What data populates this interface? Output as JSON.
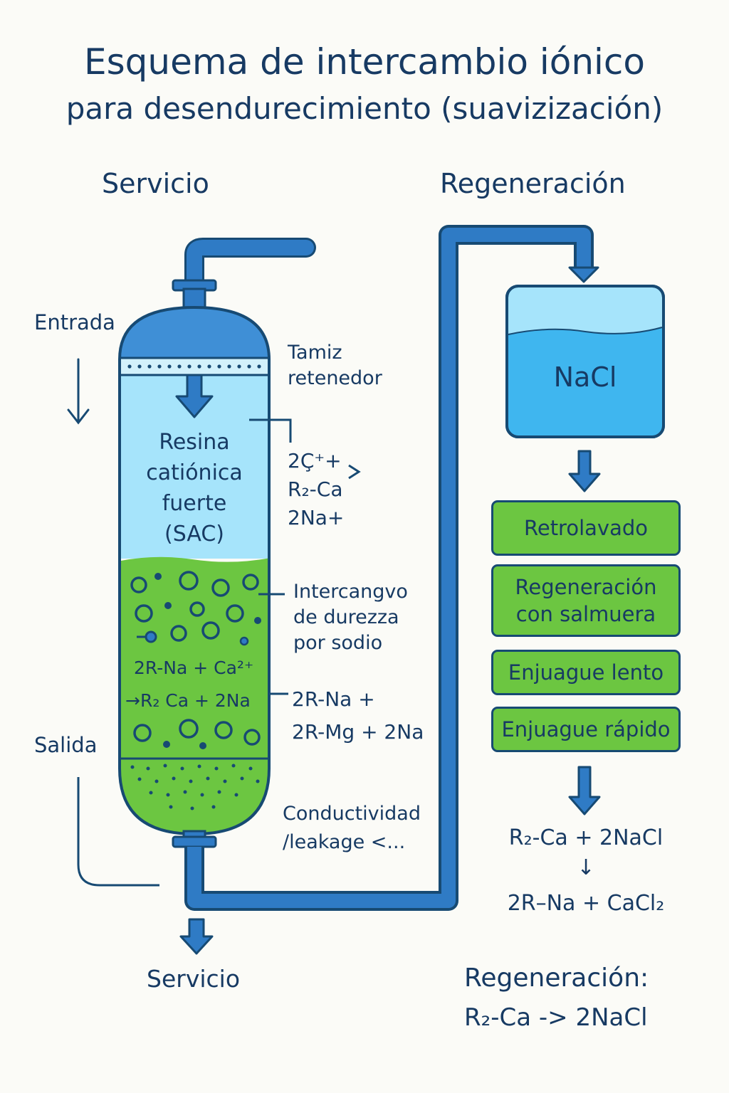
{
  "title": {
    "line1": "Esquema de intercambio iónico",
    "line2": "para desendurecimiento (suavizización)"
  },
  "sections": {
    "service": "Servicio",
    "regeneration": "Regeneración"
  },
  "column": {
    "inlet_label": "Entrada",
    "outlet_label": "Salida",
    "bottom_label": "Servicio",
    "resin_lines": [
      "Resina",
      "catiónica",
      "fuerte",
      "(SAC)"
    ],
    "inner_eq1": "2R-Na + Ca²⁺",
    "inner_eq2": "→R₂ Ca + 2Na"
  },
  "annotations": {
    "screen_l1": "Tamiz",
    "screen_l2": "retenedor",
    "ion_l1": "2Ç⁺+",
    "ion_l2": "R₂-Ca",
    "ion_l3": "2Na+",
    "exchange_l1": "Intercangvo",
    "exchange_l2": "de durezza",
    "exchange_l3": "por sodio",
    "mg_l1": "2R-Na +",
    "mg_l2": "2R-Mg + 2Na",
    "cond_l1": "Conductividad",
    "cond_l2": "/leakage <..."
  },
  "tank_label": "NaCl",
  "steps": [
    "Retrolavado",
    "Regeneración con salmuera",
    "Enjuague lento",
    "Enjuague rápido"
  ],
  "regen_eq": {
    "top": "R₂-Ca + 2NaCl",
    "arrow": "↓",
    "bottom": "2R–Na + CaCl₂"
  },
  "footer": {
    "label": "Regeneración:",
    "eq": "R₂-Ca -> 2NaCl"
  },
  "colors": {
    "pipe": "#2f7bc5",
    "outline": "#174a73",
    "water": "#a6e4fb",
    "resin": "#6cc641",
    "dark_text": "#173a63"
  }
}
